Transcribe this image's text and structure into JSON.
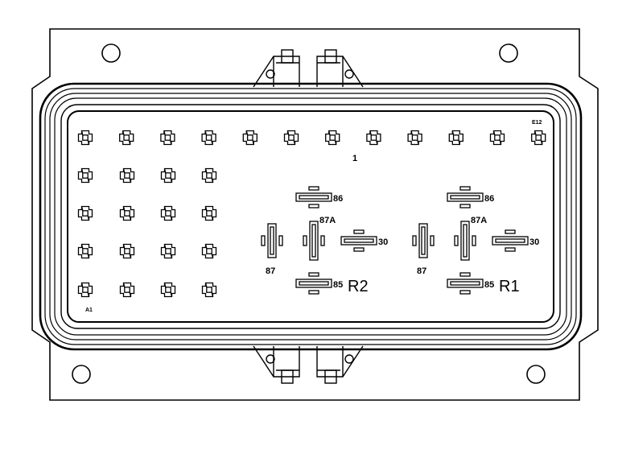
{
  "diagram": {
    "pin_labels": {
      "top_right": "E12",
      "bottom_left": "A1",
      "center_number": "1"
    },
    "relays": [
      {
        "id": "R2",
        "name": "R2",
        "terminals": {
          "t86": "86",
          "t87a": "87A",
          "t30": "30",
          "t87": "87",
          "t85": "85"
        }
      },
      {
        "id": "R1",
        "name": "R1",
        "terminals": {
          "t86": "86",
          "t87a": "87A",
          "t30": "30",
          "t87": "87",
          "t85": "85"
        }
      }
    ],
    "colors": {
      "stroke": "#000000",
      "background": "#ffffff"
    }
  }
}
